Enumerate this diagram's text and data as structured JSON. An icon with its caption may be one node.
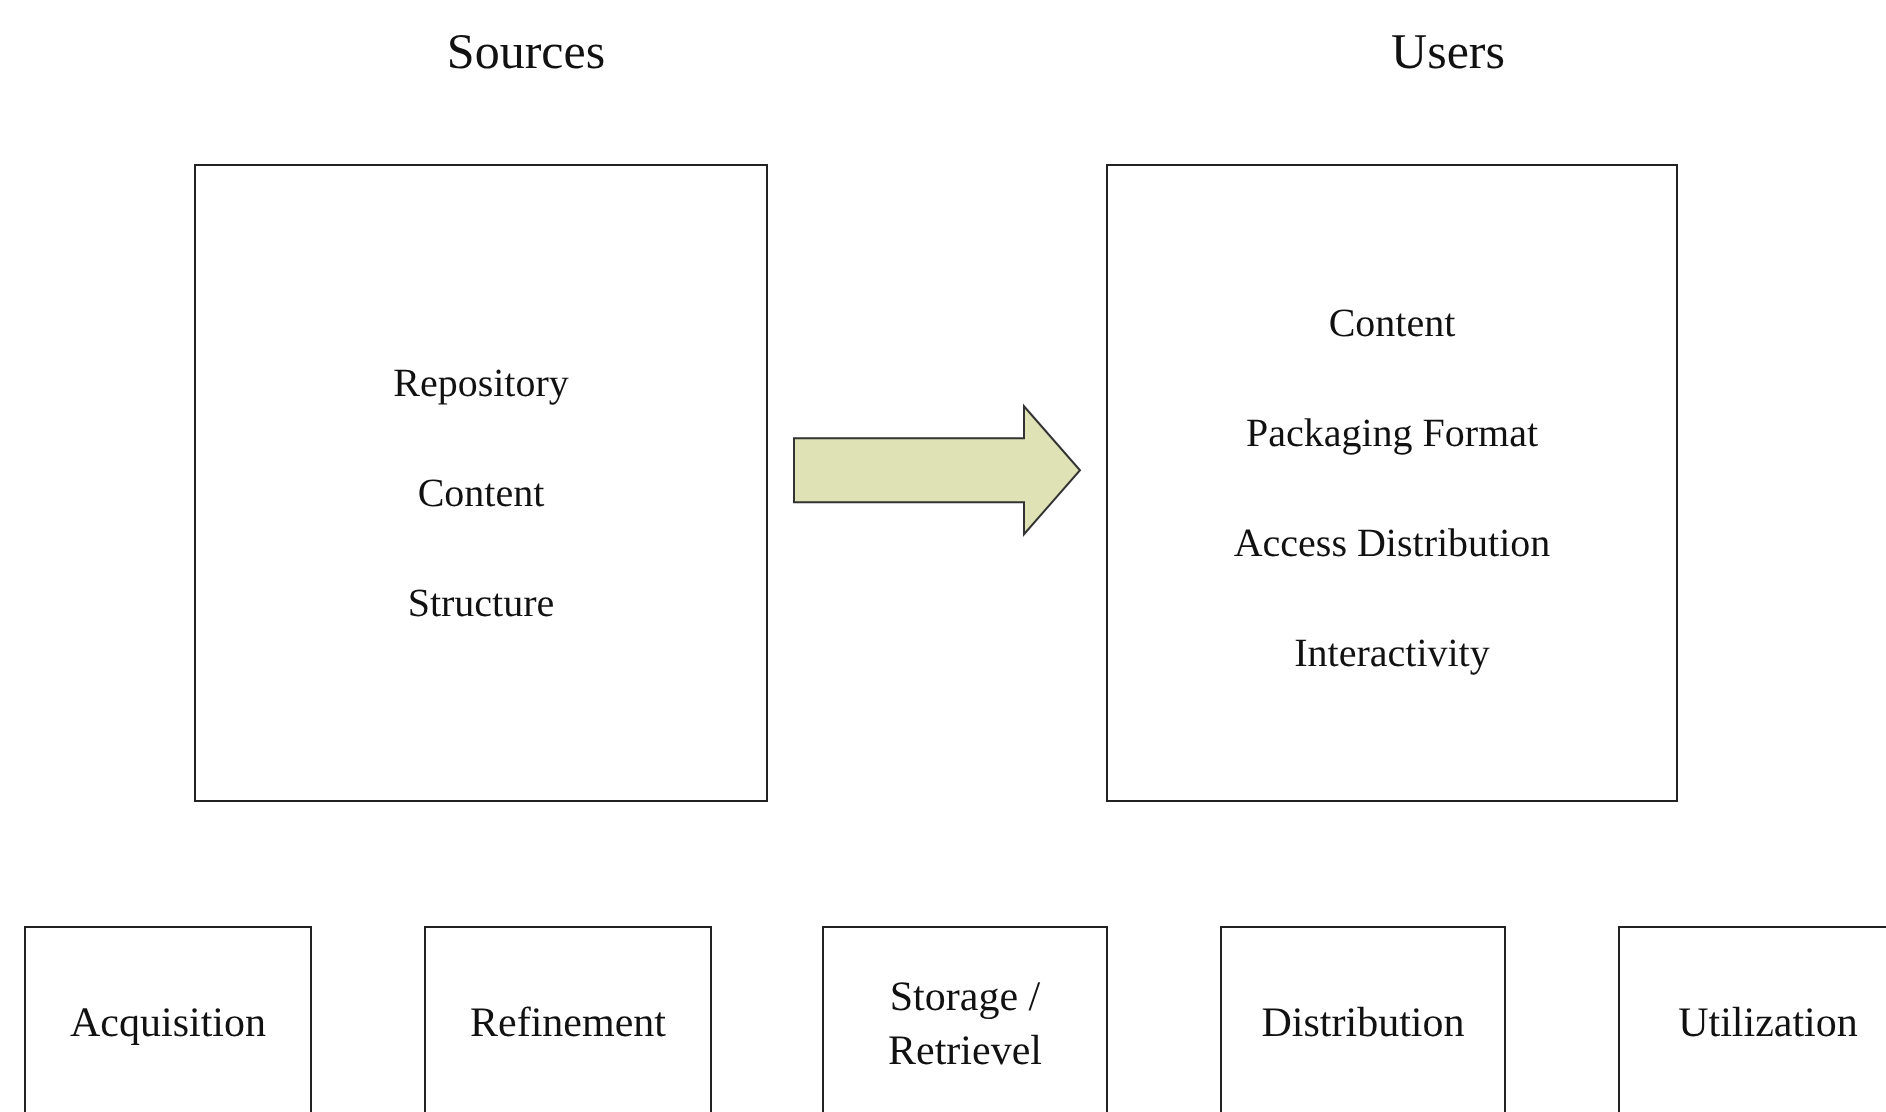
{
  "diagram": {
    "nodes": [
      {
        "text": [
          "Sources",
          "Repository",
          "Content",
          "Structure"
        ]
      },
      {
        "text": [
          "Users",
          "Content",
          "Packaging Format",
          "Access Distribution",
          "Interactivity"
        ]
      },
      {
        "text": [
          "Acquisition"
        ]
      },
      {
        "text": [
          "Refinement"
        ]
      },
      {
        "text": [
          "Storage / Retrievel"
        ]
      },
      {
        "text": [
          "Distribution"
        ]
      },
      {
        "text": [
          "Utilization"
        ]
      }
    ],
    "edges": [
      {
        "from": 0,
        "to": 1,
        "arrow": "to",
        "style": "thick",
        "color": "#dfe2b4"
      }
    ]
  }
}
